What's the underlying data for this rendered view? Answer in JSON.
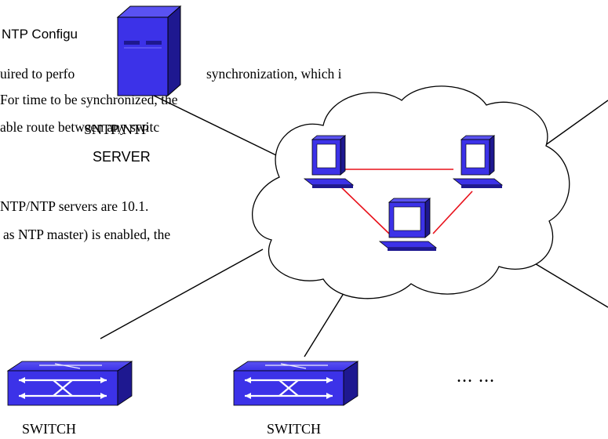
{
  "document": {
    "heading": "NTP Configu",
    "lines": [
      "uired to perfo",
      "synchronization, which i",
      "For time to be synchronized, the",
      "able route between any switc",
      "NTP/NTP servers are 10.1.",
      "as NTP master) is enabled, the"
    ]
  },
  "diagram": {
    "server_label_line1": "SNTP/NTP",
    "server_label_line2": "SERVER",
    "switch_labels": [
      "SWITCH",
      "SWITCH"
    ],
    "ellipsis": "... ...",
    "icons": {
      "server": "server-tower-icon",
      "cloud": "cloud-network-icon",
      "computer": "desktop-computer-icon",
      "switch": "network-switch-icon"
    },
    "colors": {
      "device_blue": "#3c32e8",
      "device_shadow": "#1e1890",
      "link_red": "#e8101a",
      "cloud_fill": "#ffffff",
      "outline": "#000000"
    }
  }
}
